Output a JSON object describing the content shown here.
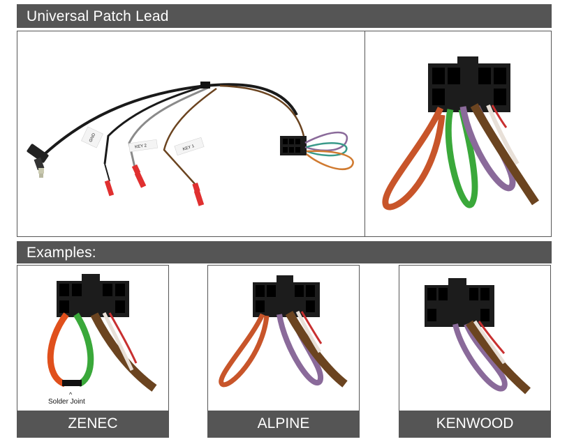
{
  "header": {
    "title": "Universal Patch Lead"
  },
  "cable_tags": {
    "gnd": "GND",
    "key2": "KEY 2",
    "key1": "KEY 1"
  },
  "examples": {
    "title": "Examples:",
    "items": [
      {
        "label": "ZENEC",
        "note": "Solder Joint",
        "caret": "^"
      },
      {
        "label": "ALPINE"
      },
      {
        "label": "KENWOOD"
      }
    ]
  },
  "colors": {
    "bar": "#555555",
    "orange_wire": "#c8552a",
    "green_wire": "#3aa83a",
    "purple_wire": "#8a6a9a",
    "brown_wire": "#6b4420",
    "connector": "#1c1c1c",
    "red_plug": "#e03030"
  }
}
